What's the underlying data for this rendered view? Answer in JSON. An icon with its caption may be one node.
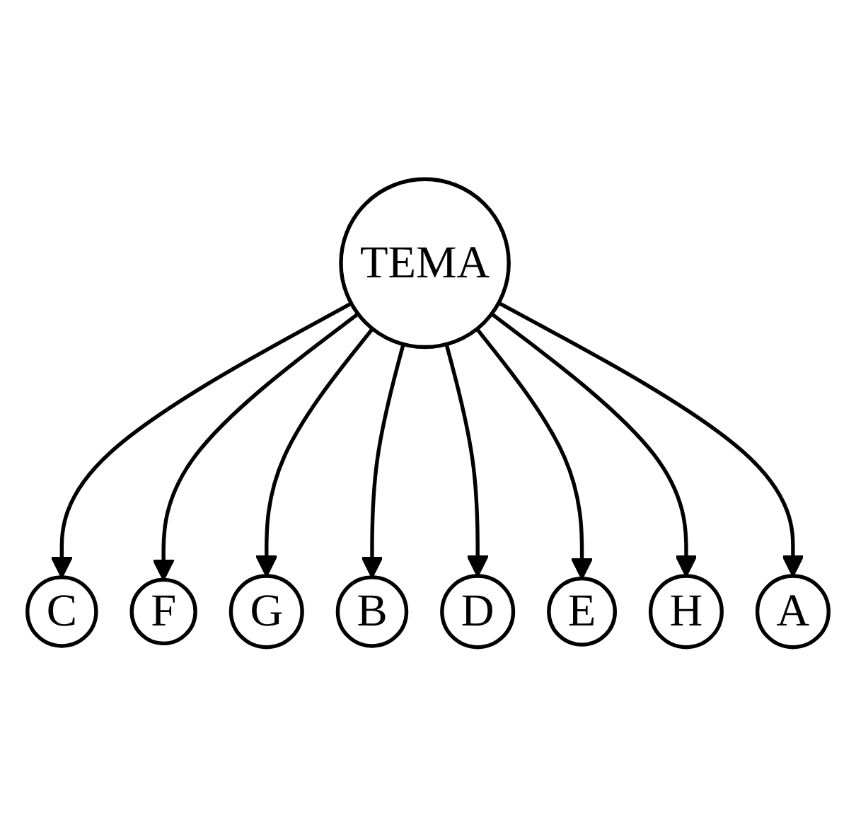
{
  "diagram": {
    "nodes": [
      {
        "text": [
          "C"
        ]
      },
      {
        "text": [
          "F"
        ]
      },
      {
        "text": [
          "G"
        ]
      },
      {
        "text": [
          "B"
        ]
      },
      {
        "text": [
          "TEMA"
        ]
      },
      {
        "text": [
          "D"
        ]
      },
      {
        "text": [
          "E"
        ]
      },
      {
        "text": [
          "H"
        ]
      },
      {
        "text": [
          "A"
        ]
      }
    ],
    "edges": [
      {
        "from": 4,
        "to": 0,
        "arrow": "to"
      },
      {
        "from": 4,
        "to": 1,
        "arrow": "to"
      },
      {
        "from": 4,
        "to": 2,
        "arrow": "to"
      },
      {
        "from": 4,
        "to": 3,
        "arrow": "to"
      },
      {
        "from": 4,
        "to": 5,
        "arrow": "to"
      },
      {
        "from": 4,
        "to": 6,
        "arrow": "to"
      },
      {
        "from": 4,
        "to": 7,
        "arrow": "to"
      },
      {
        "from": 4,
        "to": 8,
        "arrow": "to"
      }
    ]
  }
}
